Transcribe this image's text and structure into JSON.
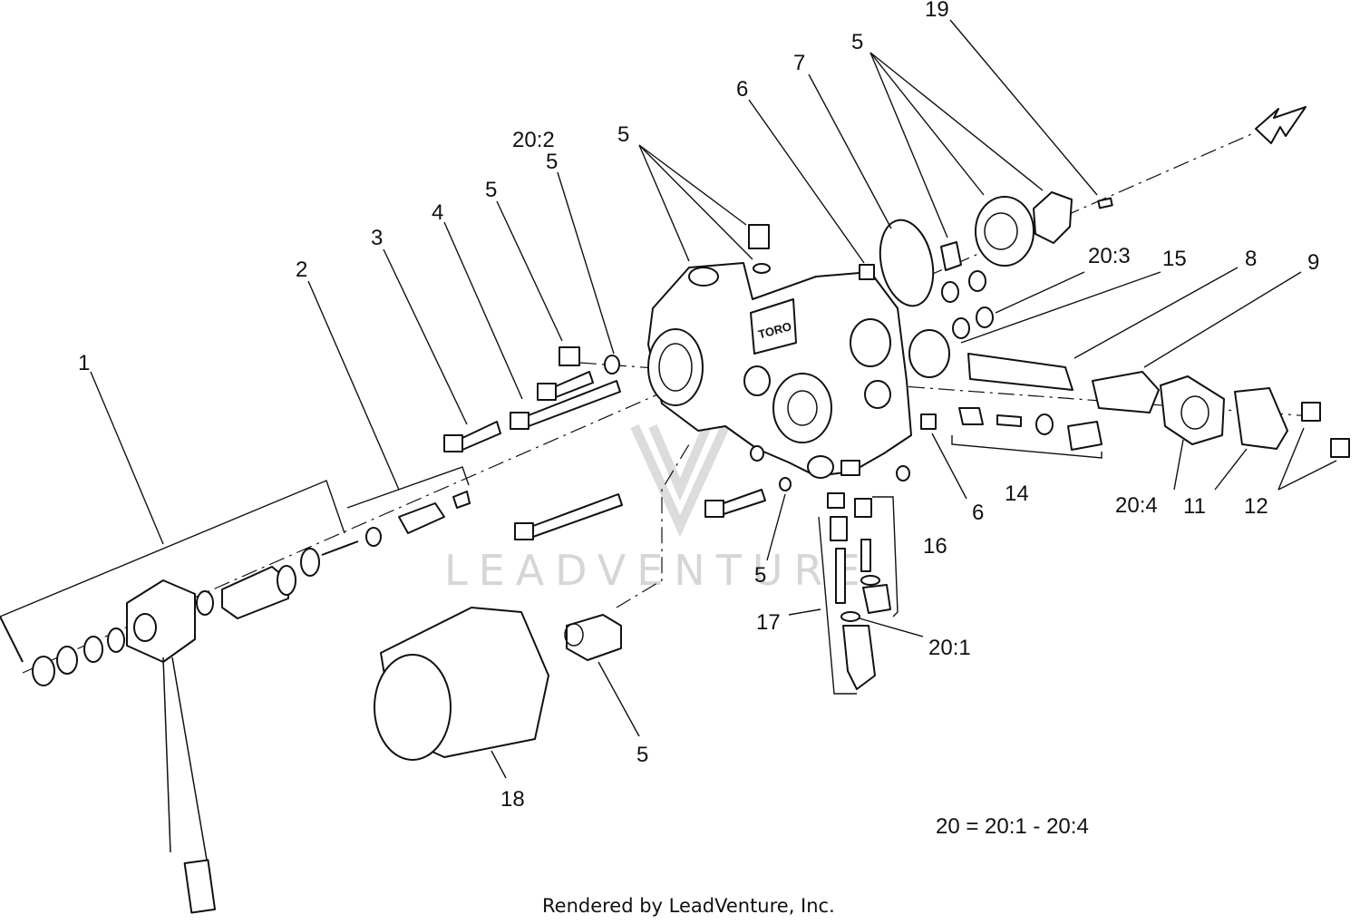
{
  "callouts": [
    {
      "id": "c1",
      "text": "1"
    },
    {
      "id": "c2",
      "text": "2"
    },
    {
      "id": "c3",
      "text": "3"
    },
    {
      "id": "c4",
      "text": "4"
    },
    {
      "id": "c5a",
      "text": "5"
    },
    {
      "id": "c20_2",
      "text": "20:2"
    },
    {
      "id": "c5b",
      "text": "5"
    },
    {
      "id": "c5c",
      "text": "5"
    },
    {
      "id": "c6a",
      "text": "6"
    },
    {
      "id": "c7",
      "text": "7"
    },
    {
      "id": "c5d",
      "text": "5"
    },
    {
      "id": "c19",
      "text": "19"
    },
    {
      "id": "c20_3",
      "text": "20:3"
    },
    {
      "id": "c15",
      "text": "15"
    },
    {
      "id": "c8",
      "text": "8"
    },
    {
      "id": "c9",
      "text": "9"
    },
    {
      "id": "c14",
      "text": "14"
    },
    {
      "id": "c6b",
      "text": "6"
    },
    {
      "id": "c20_4",
      "text": "20:4"
    },
    {
      "id": "c11",
      "text": "11"
    },
    {
      "id": "c12",
      "text": "12"
    },
    {
      "id": "c16",
      "text": "16"
    },
    {
      "id": "c5e",
      "text": "5"
    },
    {
      "id": "c17",
      "text": "17"
    },
    {
      "id": "c20_1",
      "text": "20:1"
    },
    {
      "id": "c5f",
      "text": "5"
    },
    {
      "id": "c18",
      "text": "18"
    }
  ],
  "note": "20 = 20:1 - 20:4",
  "footer": "Rendered by LeadVenture, Inc.",
  "watermark": "LEADVENTURE",
  "brand_label": "TORO",
  "colors": {
    "ink": "#111111",
    "background": "#ffffff",
    "watermark": "#d6d6d6"
  }
}
